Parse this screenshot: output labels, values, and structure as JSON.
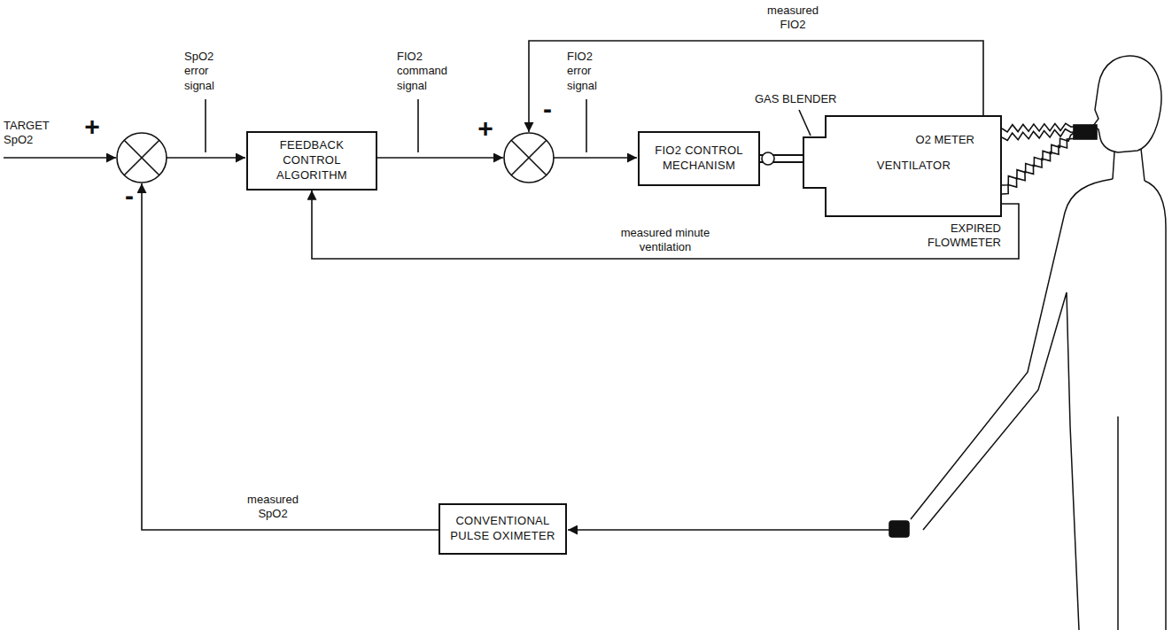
{
  "diagram": {
    "nodes": [
      {
        "text": [
          "FEEDBACK CONTROL ALGORITHM"
        ]
      },
      {
        "text": [
          "FIO2 CONTROL MECHANISM"
        ]
      },
      {
        "text": [
          "VENTILATOR"
        ]
      },
      {
        "text": [
          "CONVENTIONAL PULSE OXIMETER"
        ]
      }
    ],
    "edges": [
      {
        "from": 2,
        "to": 0,
        "arrow": "to",
        "label": "measured minute ventilation"
      },
      {
        "from": 1,
        "to": 2,
        "arrow": "none"
      }
    ],
    "labels": [
      "TARGET SpO2",
      "+",
      "-",
      "SpO2 error signal",
      "FIO2 command signal",
      "+",
      "-",
      "FIO2 error signal",
      "measured FIO2",
      "GAS BLENDER",
      "O2 METER",
      "EXPIRED FLOWMETER",
      "measured SpO2"
    ]
  }
}
